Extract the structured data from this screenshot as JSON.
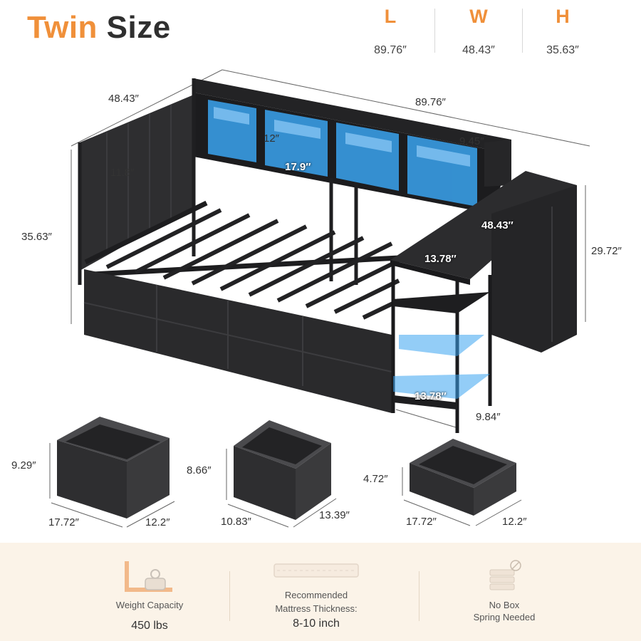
{
  "title": {
    "part1": "Twin",
    "part2": "Size"
  },
  "dimensions_header": [
    {
      "letter": "L",
      "value": "89.76″"
    },
    {
      "letter": "W",
      "value": "48.43″"
    },
    {
      "letter": "H",
      "value": "35.63″"
    }
  ],
  "bed_labels": {
    "top_width": "48.43″",
    "top_length": "89.76″",
    "height": "35.63″",
    "headboard_panel": "11.8″",
    "cubby_height": "12″",
    "cubby_width": "17.9″",
    "shelf_depth": "9.45″",
    "desk_length": "48.43″",
    "desk_height": "29.72″",
    "shelf_top_width": "13.78″",
    "shelf_bottom_width": "13.78″",
    "shelf_depth_bottom": "9.84″"
  },
  "drawers": [
    {
      "height": "9.29″",
      "width": "17.72″",
      "depth": "12.2″"
    },
    {
      "height": "8.66″",
      "width": "10.83″",
      "depth": "13.39″"
    },
    {
      "height": "4.72″",
      "width": "17.72″",
      "depth": "12.2″"
    }
  ],
  "features": [
    {
      "caption": "Weight Capacity",
      "value": "450 lbs",
      "icon": "weight-icon"
    },
    {
      "caption_line1": "Recommended",
      "caption_line2": "Mattress Thickness:",
      "value": "8-10 inch",
      "icon": "mattress-icon"
    },
    {
      "caption_line1": "No Box",
      "caption_line2": "Spring Needed",
      "icon": "no-box-spring-icon"
    }
  ],
  "colors": {
    "accent": "#f0903a",
    "frame": "#2b2b2d",
    "led": "#3aa4f0",
    "footer_bg": "#fbf3e8"
  }
}
